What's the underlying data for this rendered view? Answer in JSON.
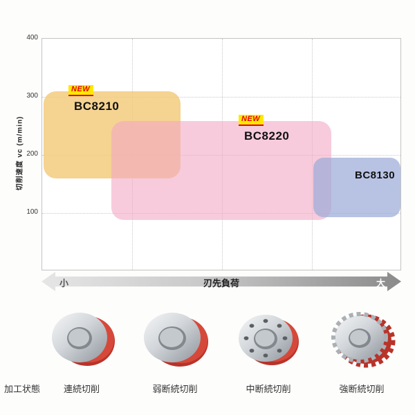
{
  "chart": {
    "y_axis_title": "切削速度 vc (m/min)",
    "y_ticks": [
      "400",
      "300",
      "200",
      "100"
    ],
    "grades": [
      {
        "label": "BC8210",
        "badge": "NEW"
      },
      {
        "label": "BC8220",
        "badge": "NEW"
      },
      {
        "label": "BC8130"
      }
    ]
  },
  "load_bar": {
    "min_label": "小",
    "title": "刃先負荷",
    "max_label": "大"
  },
  "workpieces": {
    "row_label": "加工状態",
    "items": [
      {
        "label": "連続切削"
      },
      {
        "label": "弱断続切削"
      },
      {
        "label": "中断続切削"
      },
      {
        "label": "強断続切削"
      }
    ]
  },
  "colors": {
    "bc8210_fill": "#f3c979",
    "bc8220_fill": "#f2a9c4",
    "bc8130_fill": "#9dabd8",
    "new_badge_bg": "#ffe800",
    "new_badge_text": "#e60012"
  },
  "chart_data": {
    "type": "area",
    "title": "",
    "ylabel": "切削速度 vc (m/min)",
    "xlabel": "刃先負荷 (小 → 大)",
    "ylim": [
      0,
      400
    ],
    "y_ticks": [
      100,
      200,
      300,
      400
    ],
    "x_categories": [
      "連続切削",
      "弱断続切削",
      "中断続切削",
      "強断続切削"
    ],
    "series": [
      {
        "name": "BC8210",
        "new": true,
        "vc_range_m_min": [
          155,
          305
        ],
        "load_range_pct": [
          0,
          38
        ]
      },
      {
        "name": "BC8220",
        "new": true,
        "vc_range_m_min": [
          90,
          255
        ],
        "load_range_pct": [
          19,
          80
        ]
      },
      {
        "name": "BC8130",
        "new": false,
        "vc_range_m_min": [
          90,
          195
        ],
        "load_range_pct": [
          75,
          100
        ]
      }
    ]
  }
}
